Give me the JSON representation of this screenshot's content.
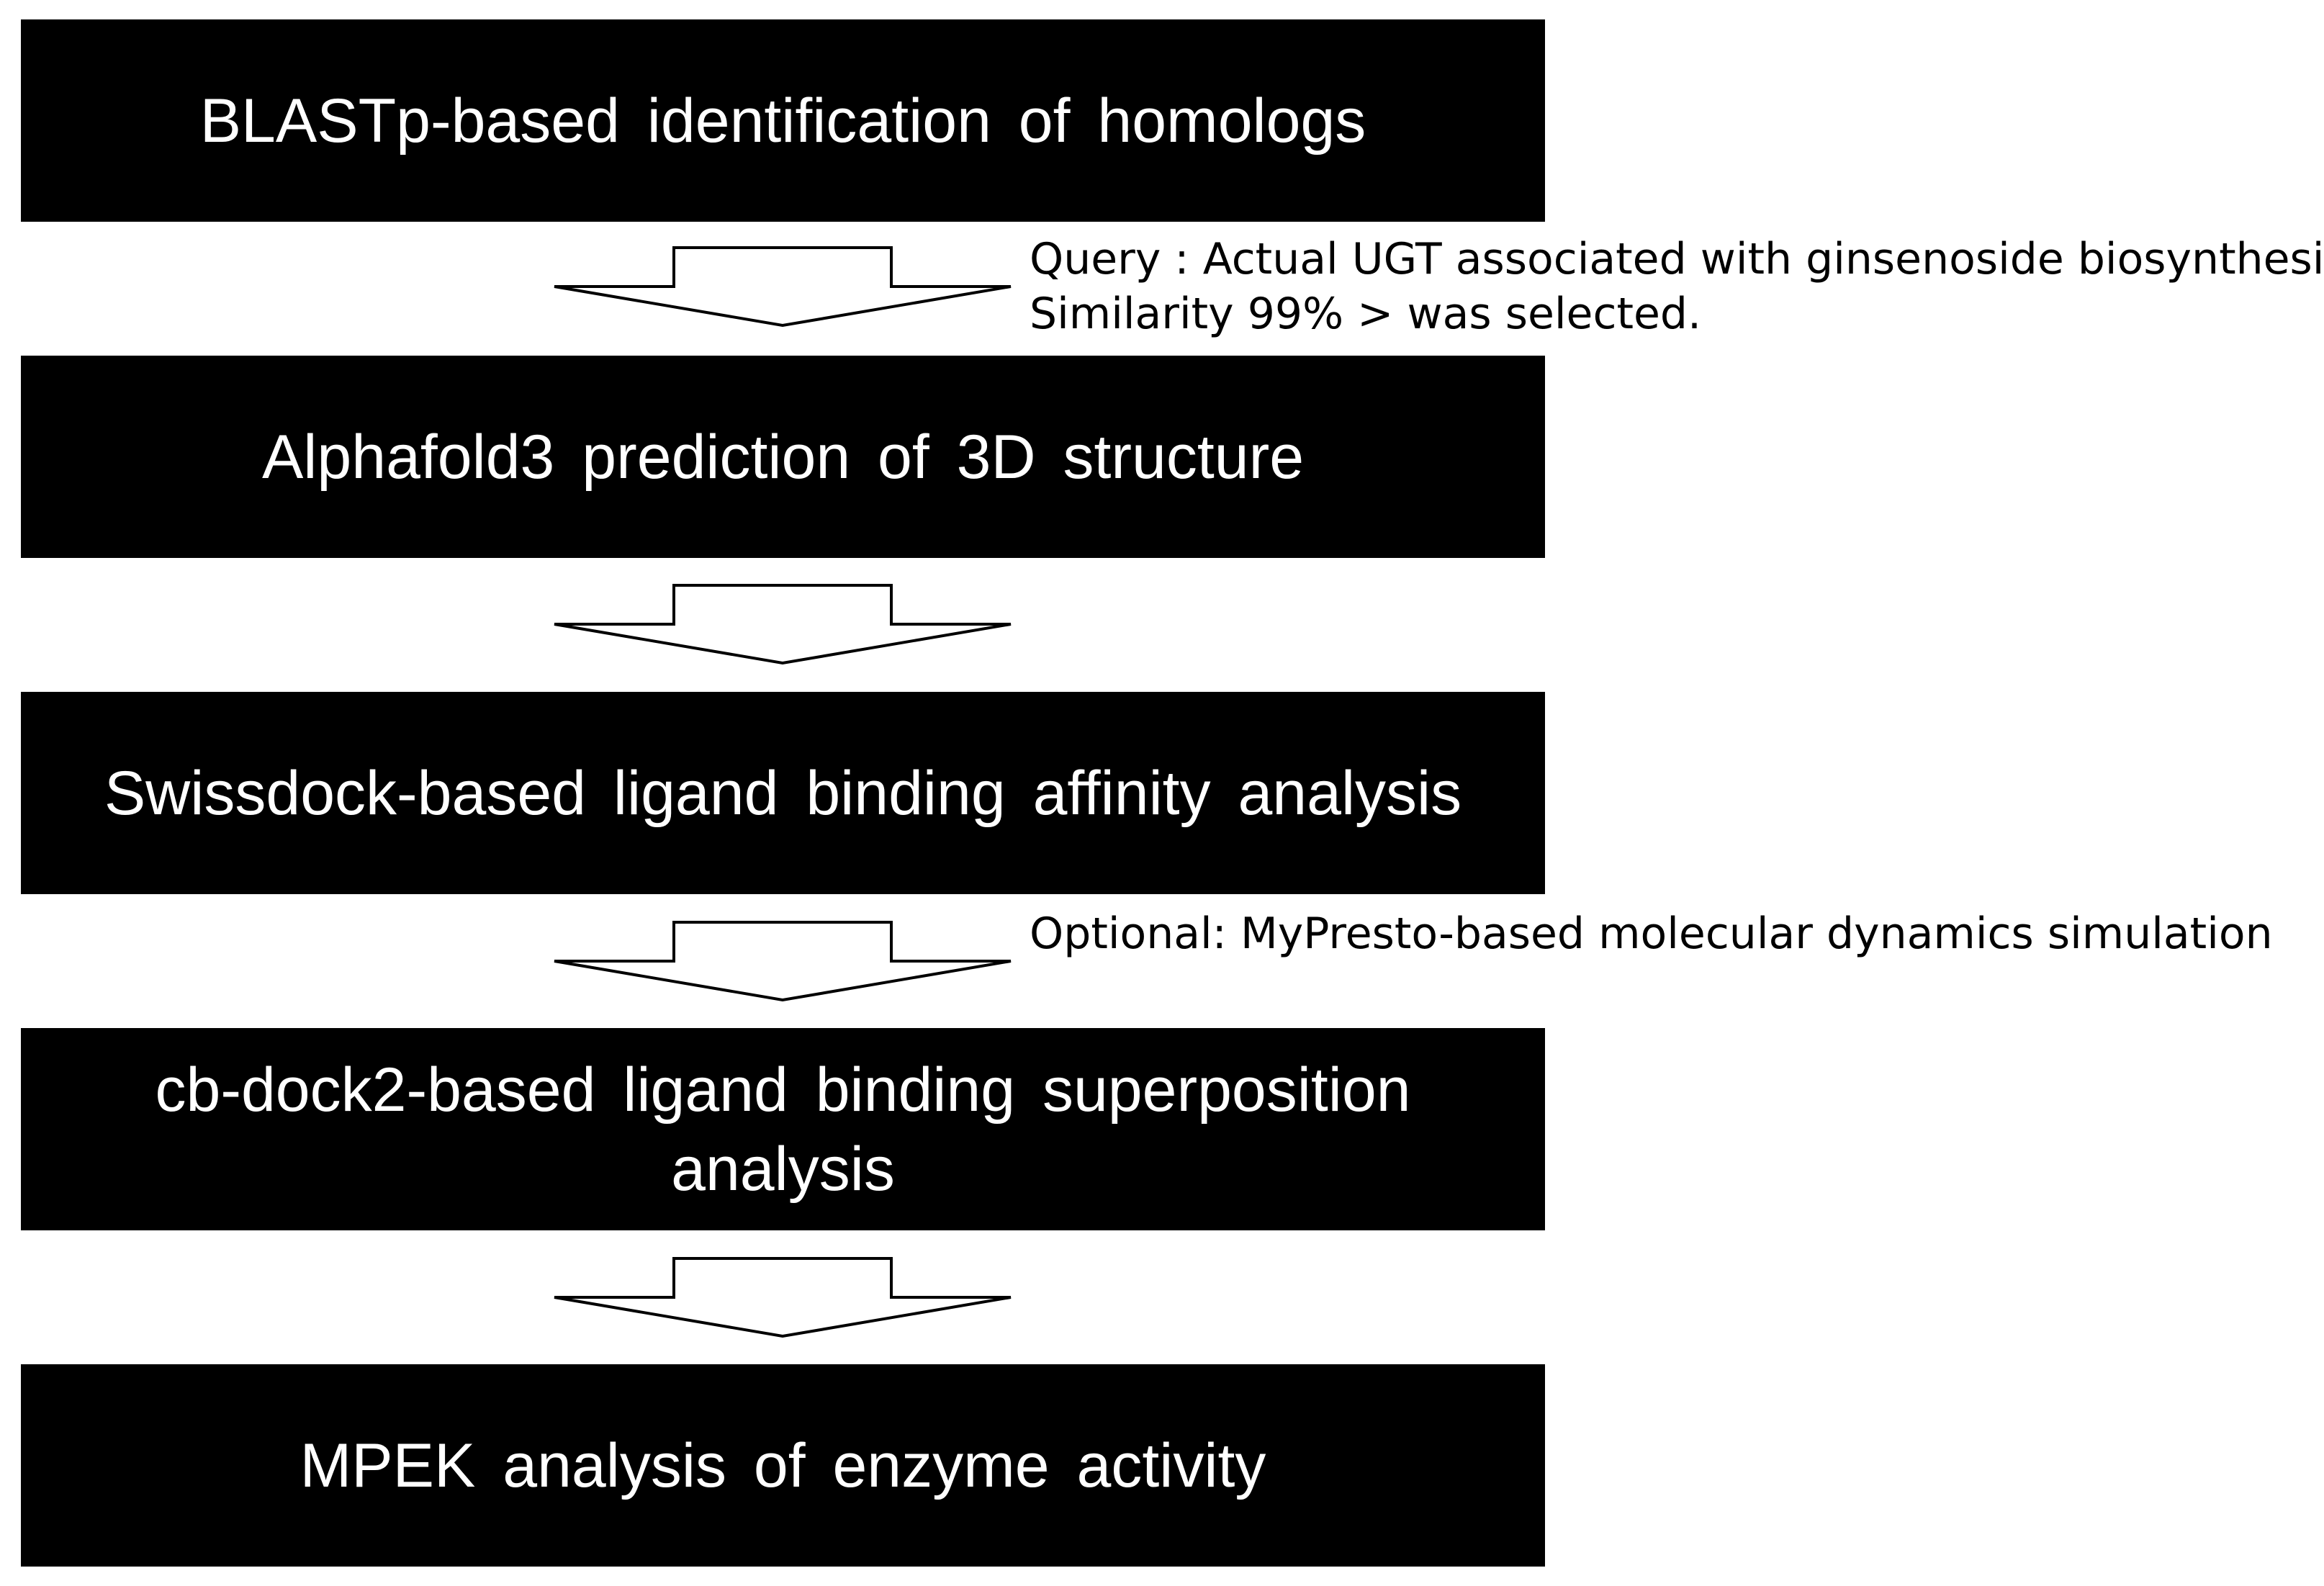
{
  "steps": [
    {
      "label": "BLASTp-based identification of homologs"
    },
    {
      "label": "Alphafold3 prediction of 3D structure"
    },
    {
      "label": "Swissdock-based ligand binding affinity analysis"
    },
    {
      "label": "cb-dock2-based ligand binding superposition\nanalysis"
    },
    {
      "label": "MPEK analysis of enzyme activity"
    }
  ],
  "annotations": {
    "query_line": "Query : Actual UGT associated with ginsenoside biosynthesis",
    "similarity_line": "Similarity 99% > was selected.",
    "optional_line": "Optional: MyPresto-based molecular dynamics simulation"
  },
  "colors": {
    "box_fill": "#000000",
    "box_text": "#ffffff",
    "arrow_stroke": "#000000",
    "arrow_fill": "#ffffff"
  }
}
